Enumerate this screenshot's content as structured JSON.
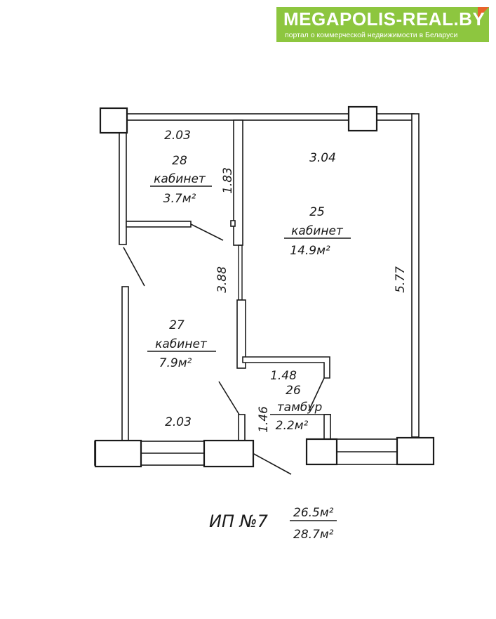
{
  "banner": {
    "logo": "MEGAPOLIS-REAL.BY",
    "tagline": "портал о коммерческой недвижимости в Беларуси",
    "color": "#8dc63f",
    "accent": "#e8632b"
  },
  "plan": {
    "rooms": [
      {
        "number": "28",
        "name": "кабинет",
        "area": "3.7м²"
      },
      {
        "number": "25",
        "name": "кабинет",
        "area": "14.9м²"
      },
      {
        "number": "27",
        "name": "кабинет",
        "area": "7.9м²"
      },
      {
        "number": "26",
        "name": "тамбур",
        "area": "2.2м²"
      }
    ],
    "dimensions": [
      "2.03",
      "1.83",
      "3.04",
      "5.77",
      "3.88",
      "1.48",
      "1.46",
      "2.03"
    ],
    "unit": {
      "name": "ИП №7",
      "area_1": "26.5м²",
      "area_2": "28.7м²"
    }
  }
}
